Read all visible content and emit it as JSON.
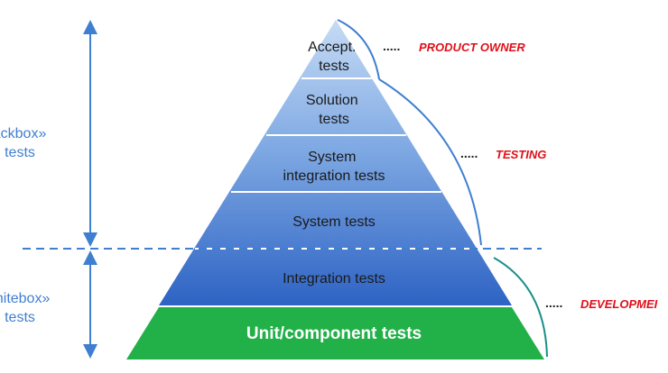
{
  "pyramid": {
    "levels": [
      {
        "id": "accept",
        "lines": [
          "Accept.",
          "tests"
        ]
      },
      {
        "id": "solution",
        "lines": [
          "Solution",
          "tests"
        ]
      },
      {
        "id": "system-integration",
        "lines": [
          "System",
          "integration tests"
        ]
      },
      {
        "id": "system",
        "lines": [
          "System tests"
        ]
      },
      {
        "id": "integration",
        "lines": [
          "Integration tests"
        ]
      },
      {
        "id": "unit",
        "lines": [
          "Unit/component tests"
        ]
      }
    ]
  },
  "sides": {
    "blackbox": [
      "lackbox»",
      "tests"
    ],
    "whitebox": [
      "Vhitebox»",
      "tests"
    ]
  },
  "roles": {
    "product_owner": "PRODUCT OWNER",
    "testing": "TESTING",
    "development": "DEVELOPMEI",
    "dots": "....."
  },
  "colors": {
    "level_light": "#b9d2f2",
    "level_dark": "#2f66c7",
    "unit_green": "#22b048",
    "blue_accent": "#3f7fd0",
    "role_red": "#e0101a",
    "bracket_teal": "#1a8f8a"
  }
}
